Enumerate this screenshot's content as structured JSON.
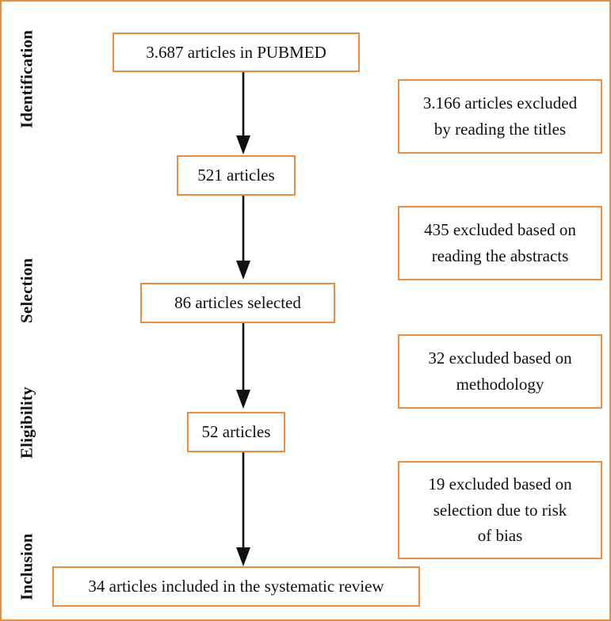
{
  "figure": {
    "type": "prisma-flow-diagram",
    "border_color": "#ef8b3c",
    "box_border_color": "#ef8b3c",
    "arrow_color": "#111111",
    "text_color": "#111111",
    "background": "#ffffff"
  },
  "stages": [
    {
      "label": "Identification"
    },
    {
      "label": "Selection"
    },
    {
      "label": "Eligibility"
    },
    {
      "label": "Inclusion"
    }
  ],
  "flow_nodes": [
    {
      "id": "records-identified",
      "text": "3.687 articles in PUBMED",
      "count": 3687
    },
    {
      "id": "records-screened",
      "text": "521 articles",
      "count": 521
    },
    {
      "id": "articles-selected",
      "text": "86 articles selected",
      "count": 86
    },
    {
      "id": "full-text-assessed",
      "text": "52 articles",
      "count": 52
    },
    {
      "id": "studies-included",
      "text": "34 articles included in the systematic review",
      "count": 34
    }
  ],
  "exclusion_nodes": [
    {
      "id": "excluded-titles",
      "line1": "3.166 articles excluded",
      "line2": "by reading the titles",
      "count": 3166
    },
    {
      "id": "excluded-abstracts",
      "line1": "435 excluded based on",
      "line2": "reading the abstracts",
      "count": 435
    },
    {
      "id": "excluded-methodology",
      "line1": "32 excluded based on",
      "line2": "methodology",
      "count": 32
    },
    {
      "id": "excluded-risk-of-bias",
      "line1": "19 excluded based on",
      "line2": "selection due to risk",
      "line3": "of bias",
      "count": 19
    }
  ],
  "connectors": [
    {
      "id": "arrow-1",
      "from": "records-identified",
      "to": "records-screened"
    },
    {
      "id": "arrow-2",
      "from": "records-screened",
      "to": "articles-selected"
    },
    {
      "id": "arrow-3",
      "from": "articles-selected",
      "to": "full-text-assessed"
    },
    {
      "id": "arrow-4",
      "from": "full-text-assessed",
      "to": "studies-included"
    }
  ]
}
